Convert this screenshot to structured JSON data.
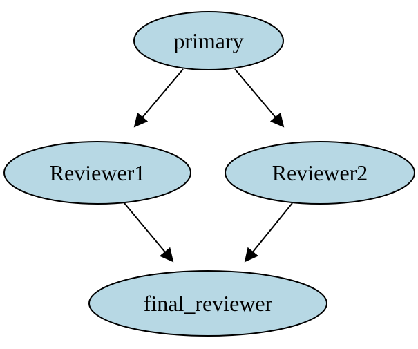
{
  "colors": {
    "node_fill": "#b7d8e4",
    "stroke": "#000000",
    "background": "#ffffff"
  },
  "nodes": {
    "primary": {
      "label": "primary"
    },
    "reviewer1": {
      "label": "Reviewer1"
    },
    "reviewer2": {
      "label": "Reviewer2"
    },
    "final_reviewer": {
      "label": "final_reviewer"
    }
  },
  "edges": [
    {
      "from": "primary",
      "to": "Reviewer1"
    },
    {
      "from": "primary",
      "to": "Reviewer2"
    },
    {
      "from": "Reviewer1",
      "to": "final_reviewer"
    },
    {
      "from": "Reviewer2",
      "to": "final_reviewer"
    }
  ]
}
